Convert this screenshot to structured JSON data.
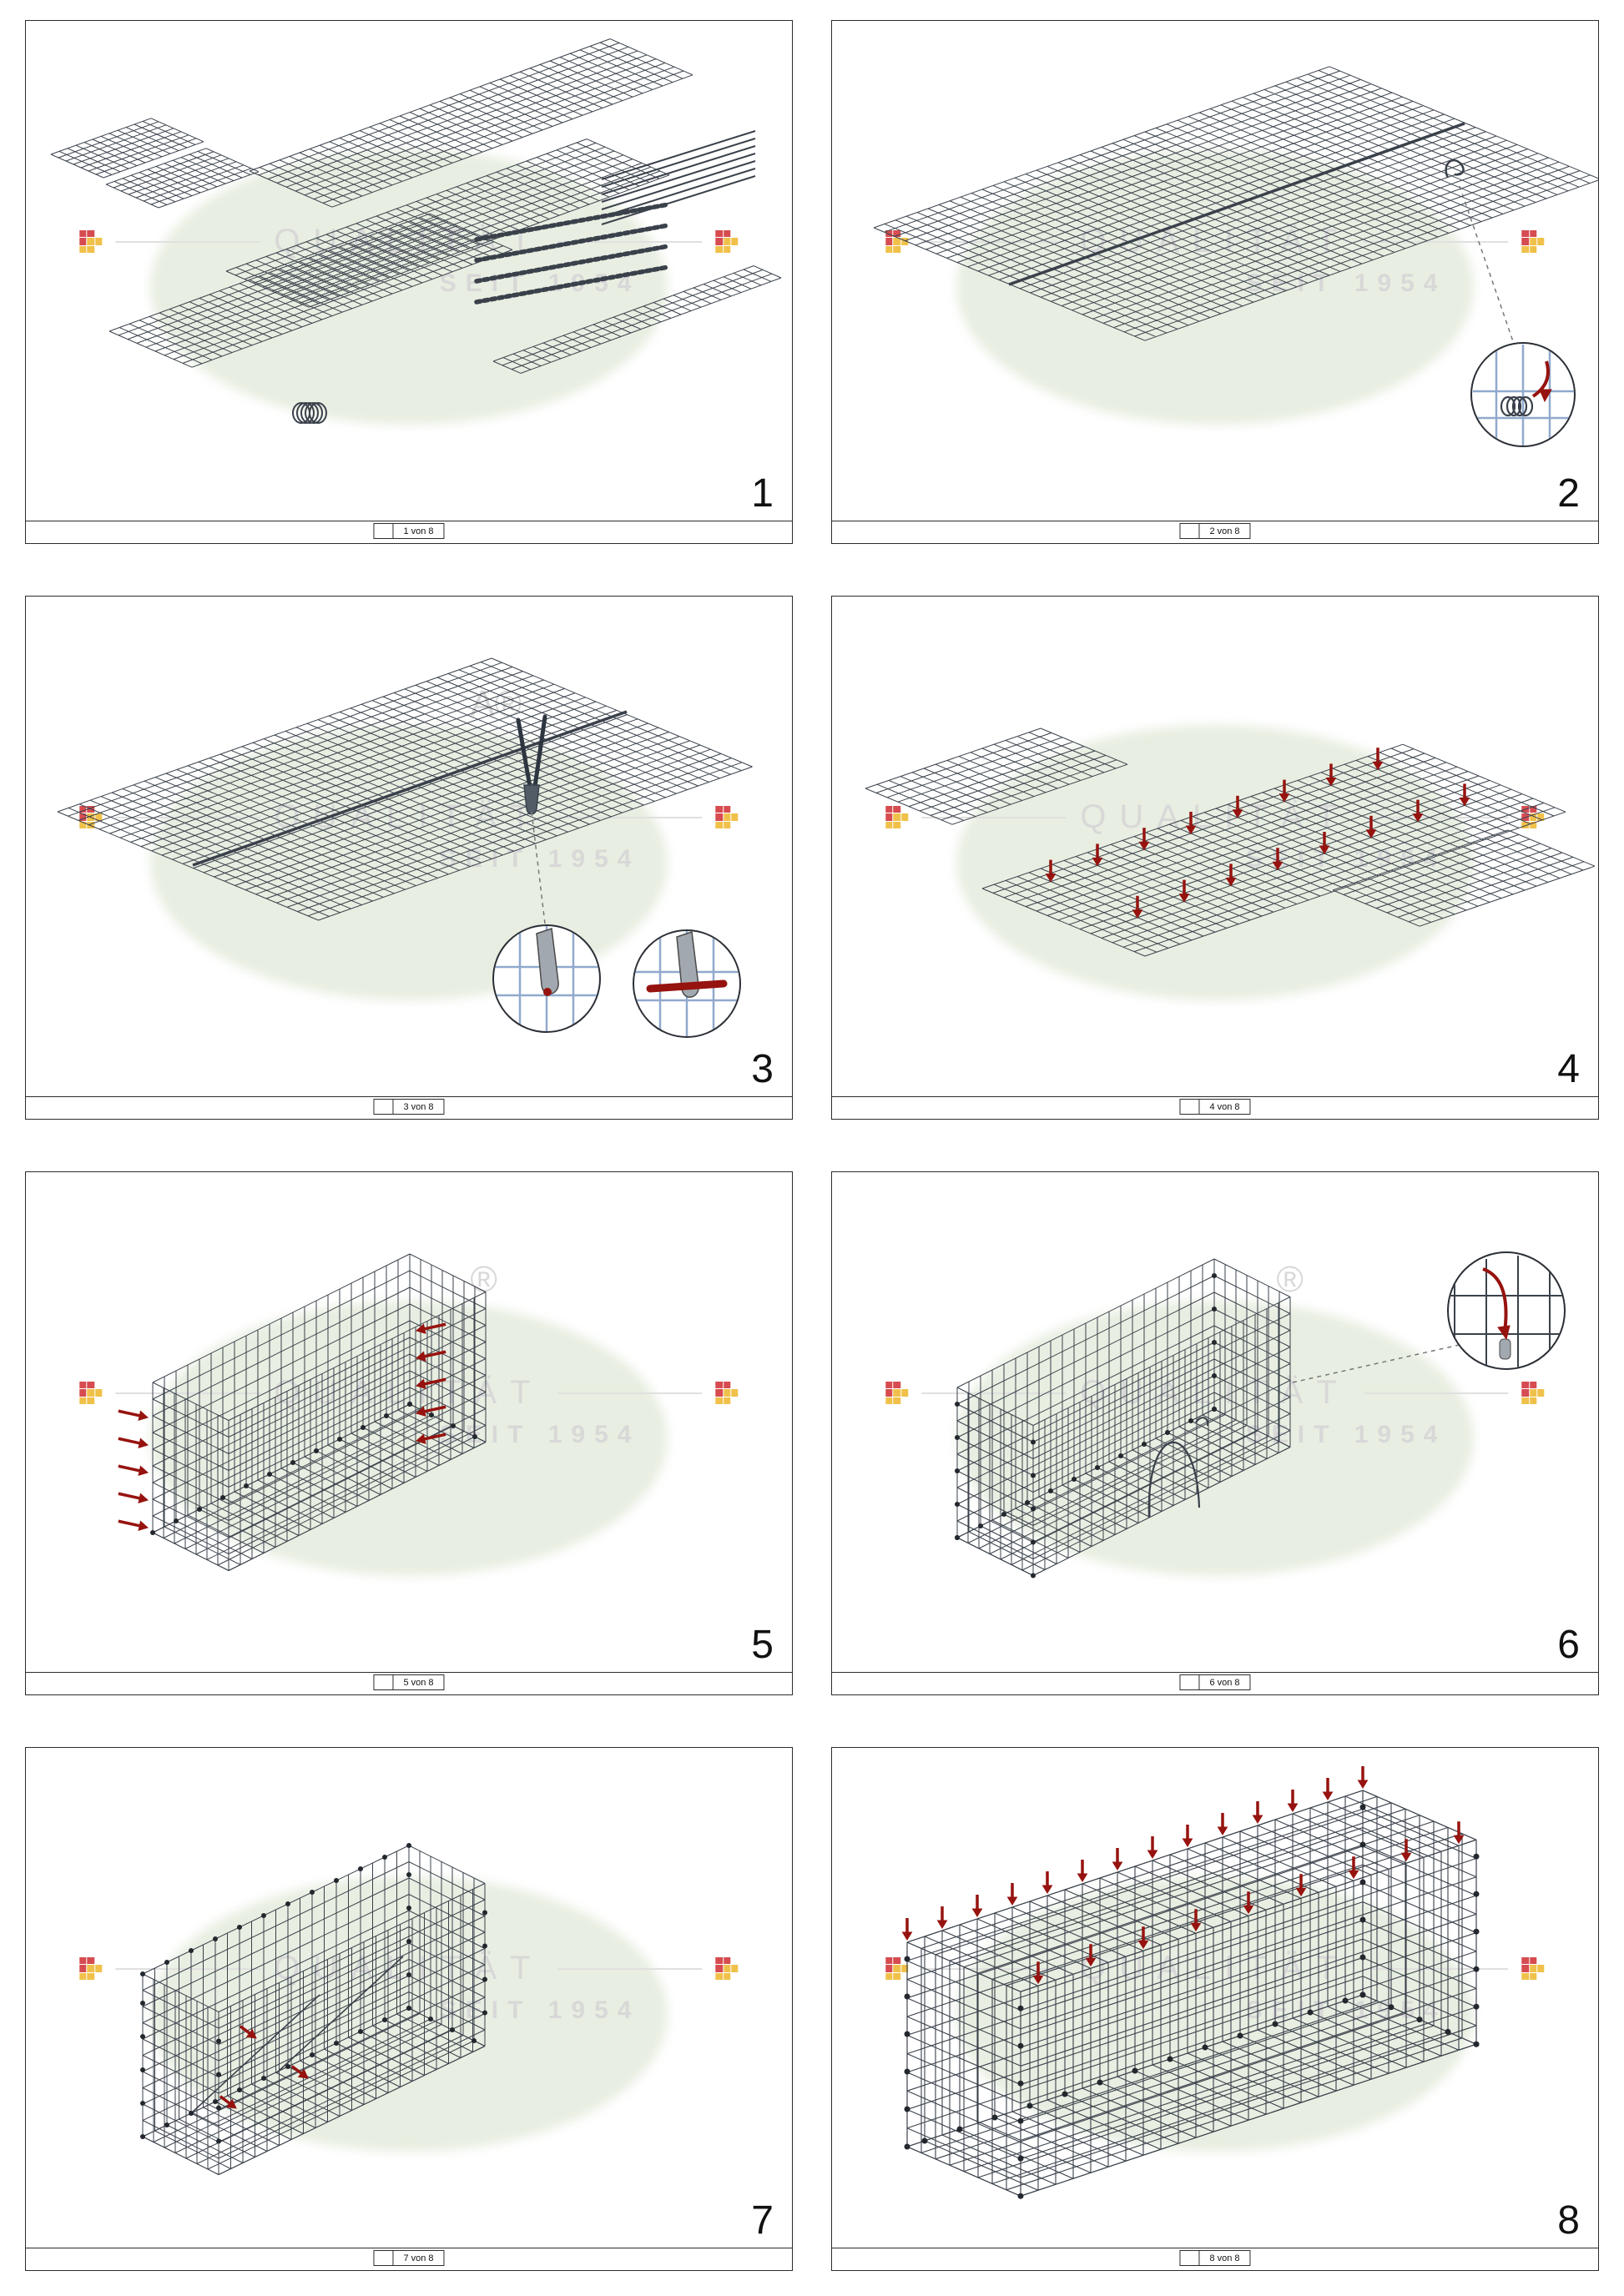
{
  "watermark": {
    "word": "QUALITÄT",
    "subline": "SEIT 1954",
    "ellipse_color": "#e8eee1",
    "text_color": "#d8d8d8",
    "logo_pattern": [
      "#cd2026",
      "#cd2026",
      "#ffffff",
      "#cd2026",
      "#edb21e",
      "#edb21e",
      "#edb21e",
      "#edb21e",
      "#ffffff"
    ]
  },
  "colors": {
    "mesh": "#3a414b",
    "mesh_highlight": "#90a9cd",
    "accent_red": "#96130f",
    "joint_dot": "#23282e",
    "panel_border": "#2c2c2c"
  },
  "panels": [
    {
      "number": "1",
      "page_label": "1 von 8",
      "scene": "parts"
    },
    {
      "number": "2",
      "page_label": "2 von 8",
      "scene": "flat_spiral"
    },
    {
      "number": "3",
      "page_label": "3 von 8",
      "scene": "flat_pliers",
      "mark": "A®"
    },
    {
      "number": "4",
      "page_label": "4 von 8",
      "scene": "cross_arrows"
    },
    {
      "number": "5",
      "page_label": "5 von 8",
      "scene": "box_side_arrows",
      "mark": "®"
    },
    {
      "number": "6",
      "page_label": "6 von 8",
      "scene": "box_magnifier",
      "mark": "®"
    },
    {
      "number": "7",
      "page_label": "7 von 8",
      "scene": "box_braces"
    },
    {
      "number": "8",
      "page_label": "8 von 8",
      "scene": "box_lid_arrows"
    }
  ]
}
